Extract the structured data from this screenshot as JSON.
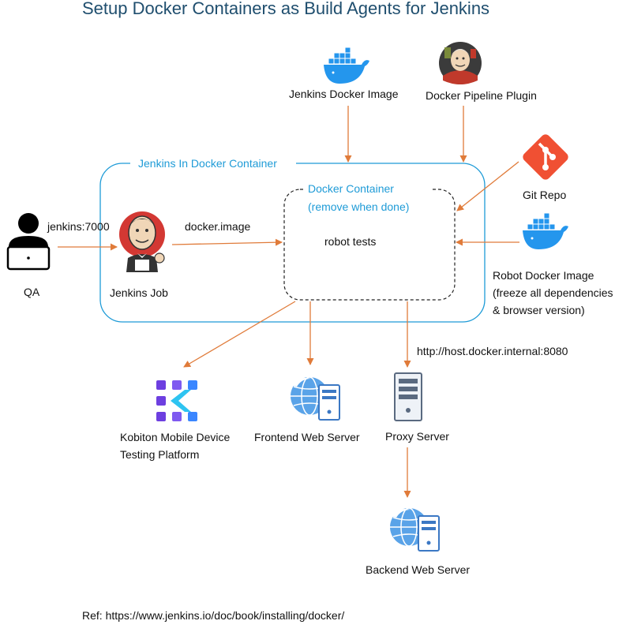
{
  "title": "Setup Docker Containers as Build Agents for Jenkins",
  "nodes": {
    "qa": "QA",
    "jenkins_port": "jenkins:7000",
    "jenkins_container": "Jenkins In Docker Container",
    "jenkins_job": "Jenkins Job",
    "docker_image_call": "docker.image",
    "docker_container_line1": "Docker Container",
    "docker_container_line2": "(remove when done)",
    "robot_tests": "robot tests",
    "jenkins_docker_image": "Jenkins Docker Image",
    "docker_pipeline_plugin": "Docker Pipeline Plugin",
    "git_repo": "Git Repo",
    "robot_image_line1": "Robot Docker Image",
    "robot_image_line2": "(freeze all dependencies",
    "robot_image_line3": "& browser version)",
    "proxy_url": "http://host.docker.internal:8080",
    "kobiton_line1": "Kobiton Mobile Device",
    "kobiton_line2": "Testing Platform",
    "frontend": "Frontend Web Server",
    "proxy": "Proxy Server",
    "backend": "Backend Web Server"
  },
  "reference": "Ref: https://www.jenkins.io/doc/book/installing/docker/",
  "colors": {
    "title": "#1f4e6e",
    "container_border": "#1e9bd7",
    "arrow": "#e07b3a",
    "docker_blue": "#2496ed",
    "git_red": "#f05033",
    "kobiton": "#6d3fe0",
    "server_blue": "#4a90e2"
  },
  "icons": [
    "user-laptop-icon",
    "jenkins-butler-icon",
    "docker-whale-icon",
    "jenkins-pipeline-icon",
    "git-icon",
    "kobiton-icon",
    "web-server-icon",
    "proxy-server-icon"
  ]
}
